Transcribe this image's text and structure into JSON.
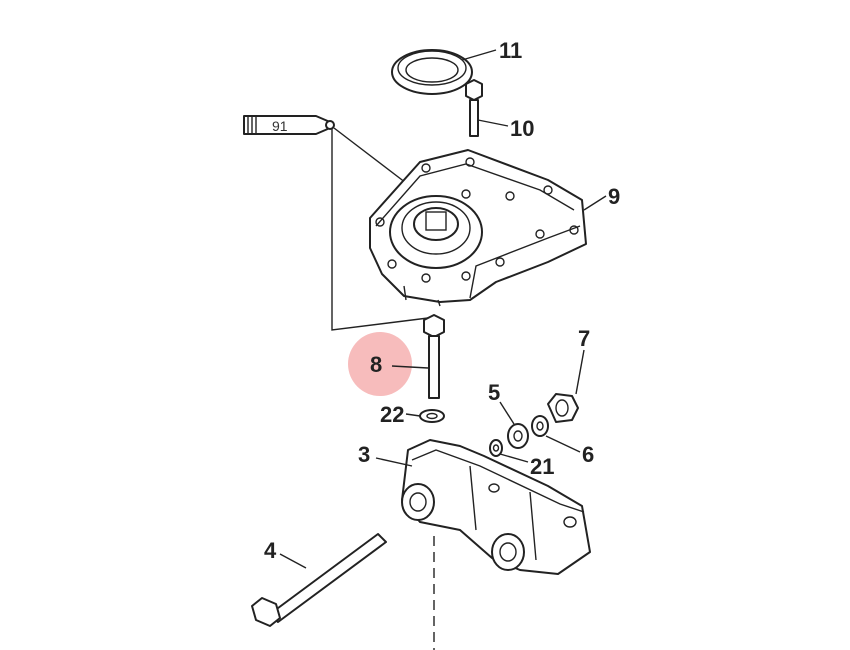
{
  "callouts": {
    "c11": "11",
    "c10": "10",
    "c9": "9",
    "c8": "8",
    "c7": "7",
    "c6": "6",
    "c5": "5",
    "c4": "4",
    "c3": "3",
    "c21": "21",
    "c22": "22",
    "c91": "91"
  },
  "colors": {
    "highlight": "#f4a6a6",
    "line": "#222222"
  }
}
